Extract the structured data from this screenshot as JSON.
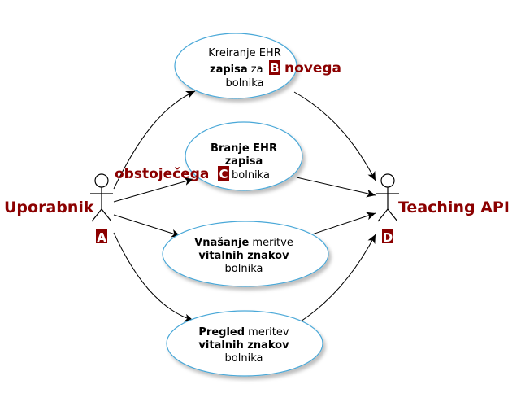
{
  "actors": {
    "user": {
      "label": "Uporabnik",
      "badge": "A"
    },
    "api": {
      "label": "Teaching API",
      "badge": "D"
    }
  },
  "use_cases": [
    {
      "line1": "Kreiranje EHR",
      "line2_bold": "zapisa",
      "line2_normal": " za",
      "badge": "B",
      "inline_label": "novega",
      "line3": "bolnika"
    },
    {
      "line1": "Branje EHR",
      "line2": "zapisa",
      "badge": "C",
      "line3": "bolnika",
      "outside_label": "obstoječega"
    },
    {
      "line1_bold": "Vnašanje",
      "line1_normal": " meritve",
      "line2": "vitalnih znakov",
      "line3": "bolnika"
    },
    {
      "line1_bold": "Pregled",
      "line1_normal": " meritev",
      "line2": "vitalnih znakov",
      "line3": "bolnika"
    }
  ],
  "colors": {
    "ellipse_stroke": "#4aa8d8",
    "accent": "#8b0000"
  }
}
